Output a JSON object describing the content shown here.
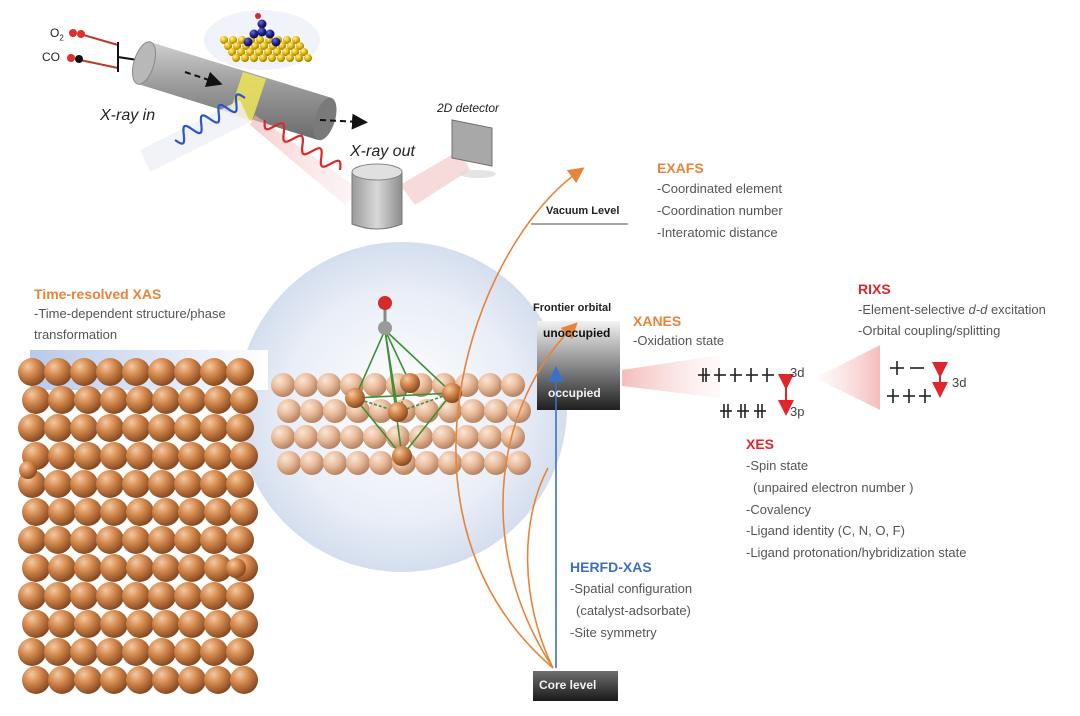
{
  "setup": {
    "o2_label": "O",
    "o2_sub": "2",
    "co_label": "CO",
    "xray_in": "X-ray in",
    "xray_out": "X-ray out",
    "detector": "2D detector"
  },
  "exafs": {
    "title": "EXAFS",
    "items": [
      "-Coordinated element",
      "-Coordination number",
      "-Interatomic distance"
    ]
  },
  "vacuum_level": "Vacuum Level",
  "time_resolved": {
    "title": "Time-resolved XAS",
    "items": [
      "-Time-dependent structure/phase",
      "transformation"
    ]
  },
  "frontier": {
    "title": "Frontier orbital",
    "unoccupied": "unoccupied",
    "occupied": "occupied"
  },
  "xanes": {
    "title": "XANES",
    "items": [
      "-Oxidation state"
    ]
  },
  "rixs": {
    "title": "RIXS",
    "items": [
      "-Element-selective ",
      "d-d",
      " excitation",
      "-Orbital coupling/splitting"
    ]
  },
  "orbitals": {
    "d3": "3d",
    "p3": "3p",
    "rixs_d3": "3d"
  },
  "xes": {
    "title": "XES",
    "items": [
      "-Spin state",
      "(unpaired electron number )",
      "-Covalency",
      "-Ligand identity (C, N, O, F)",
      "-Ligand protonation/hybridization state"
    ]
  },
  "herfd": {
    "title": "HERFD-XAS",
    "items": [
      "-Spatial configuration",
      "(catalyst-adsorbate)",
      "-Site symmetry"
    ]
  },
  "core_level": "Core level",
  "colors": {
    "orange": "#e8833a",
    "red": "#e0262c",
    "blue": "#3d6fc4",
    "copper": "#c9824d",
    "copper_light": "#e6b592"
  }
}
